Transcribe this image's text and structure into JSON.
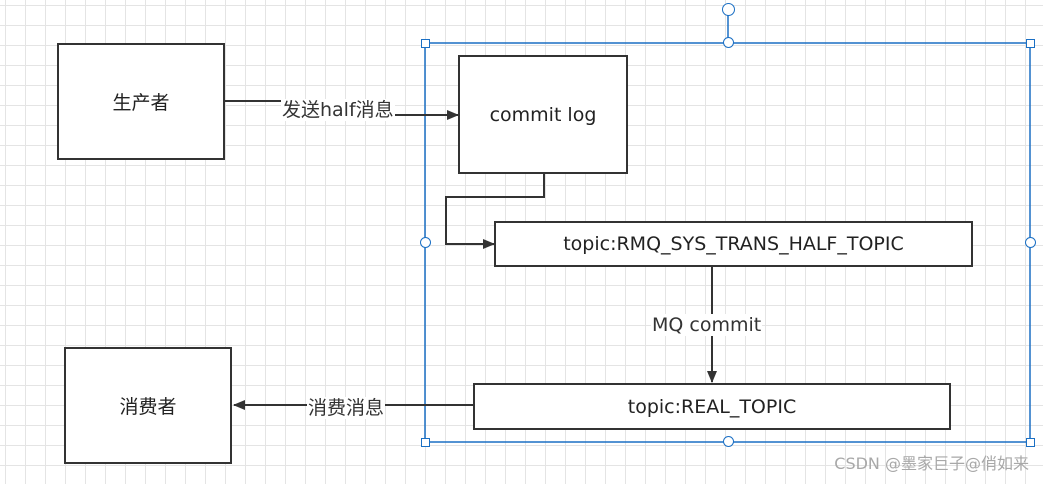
{
  "diagram": {
    "nodes": {
      "producer": "生产者",
      "consumer": "消费者",
      "commit_log": "commit log",
      "half_topic": "topic:RMQ_SYS_TRANS_HALF_TOPIC",
      "real_topic": "topic:REAL_TOPIC"
    },
    "edges": {
      "send_half": "发送half消息",
      "mq_commit": "MQ commit",
      "consume": "消费消息"
    }
  },
  "watermark": "CSDN @墨家巨子@俏如来",
  "colors": {
    "selection": "#1a6fc4",
    "stroke": "#333333",
    "grid": "#e4e4e4"
  }
}
